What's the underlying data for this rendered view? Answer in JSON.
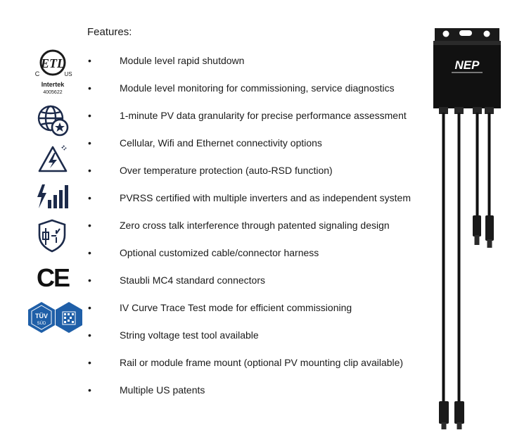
{
  "features_title": "Features:",
  "bullet_char": "•",
  "features": [
    "Module level rapid shutdown",
    "Module level monitoring for commissioning, service diagnostics",
    "1-minute PV data granularity for precise performance assessment",
    "Cellular, Wifi and Ethernet connectivity options",
    "Over temperature protection (auto-RSD function)",
    "PVRSS certified with multiple inverters and as independent  system",
    "Zero cross talk interference through patented signaling design",
    "Optional customized cable/connector harness",
    "Staubli MC4 standard connectors",
    "IV Curve Trace Test mode for efficient commissioning",
    "String voltage test tool available",
    "Rail or module frame mount (optional PV mounting clip available)",
    "Multiple US patents"
  ],
  "certifications": {
    "etl_c": "C",
    "etl_us": "US",
    "intertek_name": "Intertek",
    "intertek_number": "4005622",
    "ce_mark": "CE",
    "tuv_label": "TÜV",
    "tuv_sub": "SÜD"
  },
  "product": {
    "brand": "NEP"
  },
  "colors": {
    "text": "#1a1a1a",
    "icon_navy": "#1c2a4a",
    "tuv_blue": "#1f5fa8",
    "device_black": "#111111"
  },
  "icons": [
    "etl-intertek-icon",
    "globe-star-icon",
    "hazard-lightning-icon",
    "signal-bars-icon",
    "shield-circuit-icon",
    "ce-mark-icon",
    "tuv-badge-icon"
  ]
}
